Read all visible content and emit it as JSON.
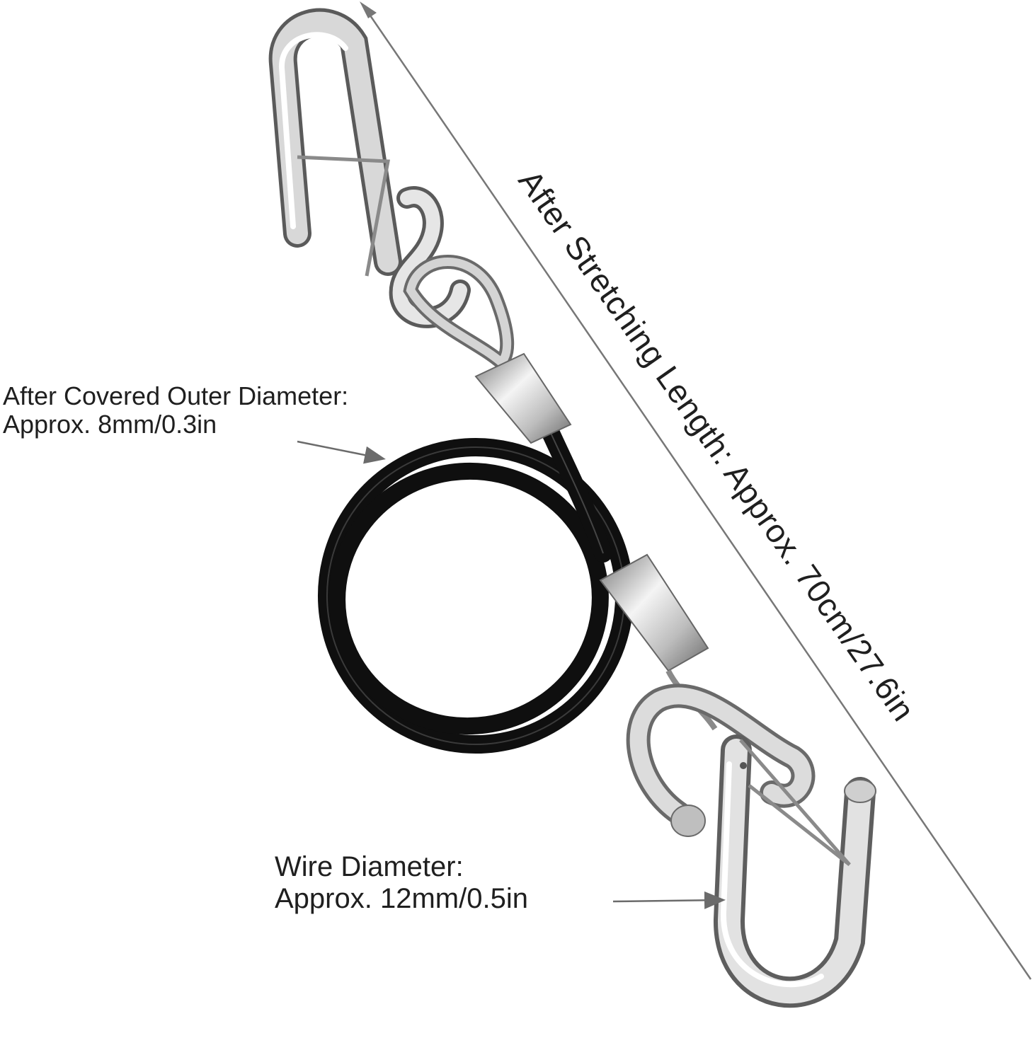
{
  "labels": {
    "outer_diameter_line1": "After Covered Outer Diameter:",
    "outer_diameter_line2": "Approx. 8mm/0.3in",
    "wire_diameter_line1": "Wire Diameter:",
    "wire_diameter_line2": "Approx. 12mm/0.5in",
    "stretch_length": "After Stretching Length: Approx. 70cm/27.6in"
  },
  "colors": {
    "background": "#ffffff",
    "cable": "#0f0f0f",
    "metal_light": "#f1f1f1",
    "metal_dark": "#5e5e5e",
    "annotation": "#6b6b6b",
    "text": "#1f1f1f"
  },
  "icons": {
    "top_hook": "s-hook-icon",
    "bottom_hook": "s-hook-icon",
    "cable": "coiled-cable-icon"
  }
}
